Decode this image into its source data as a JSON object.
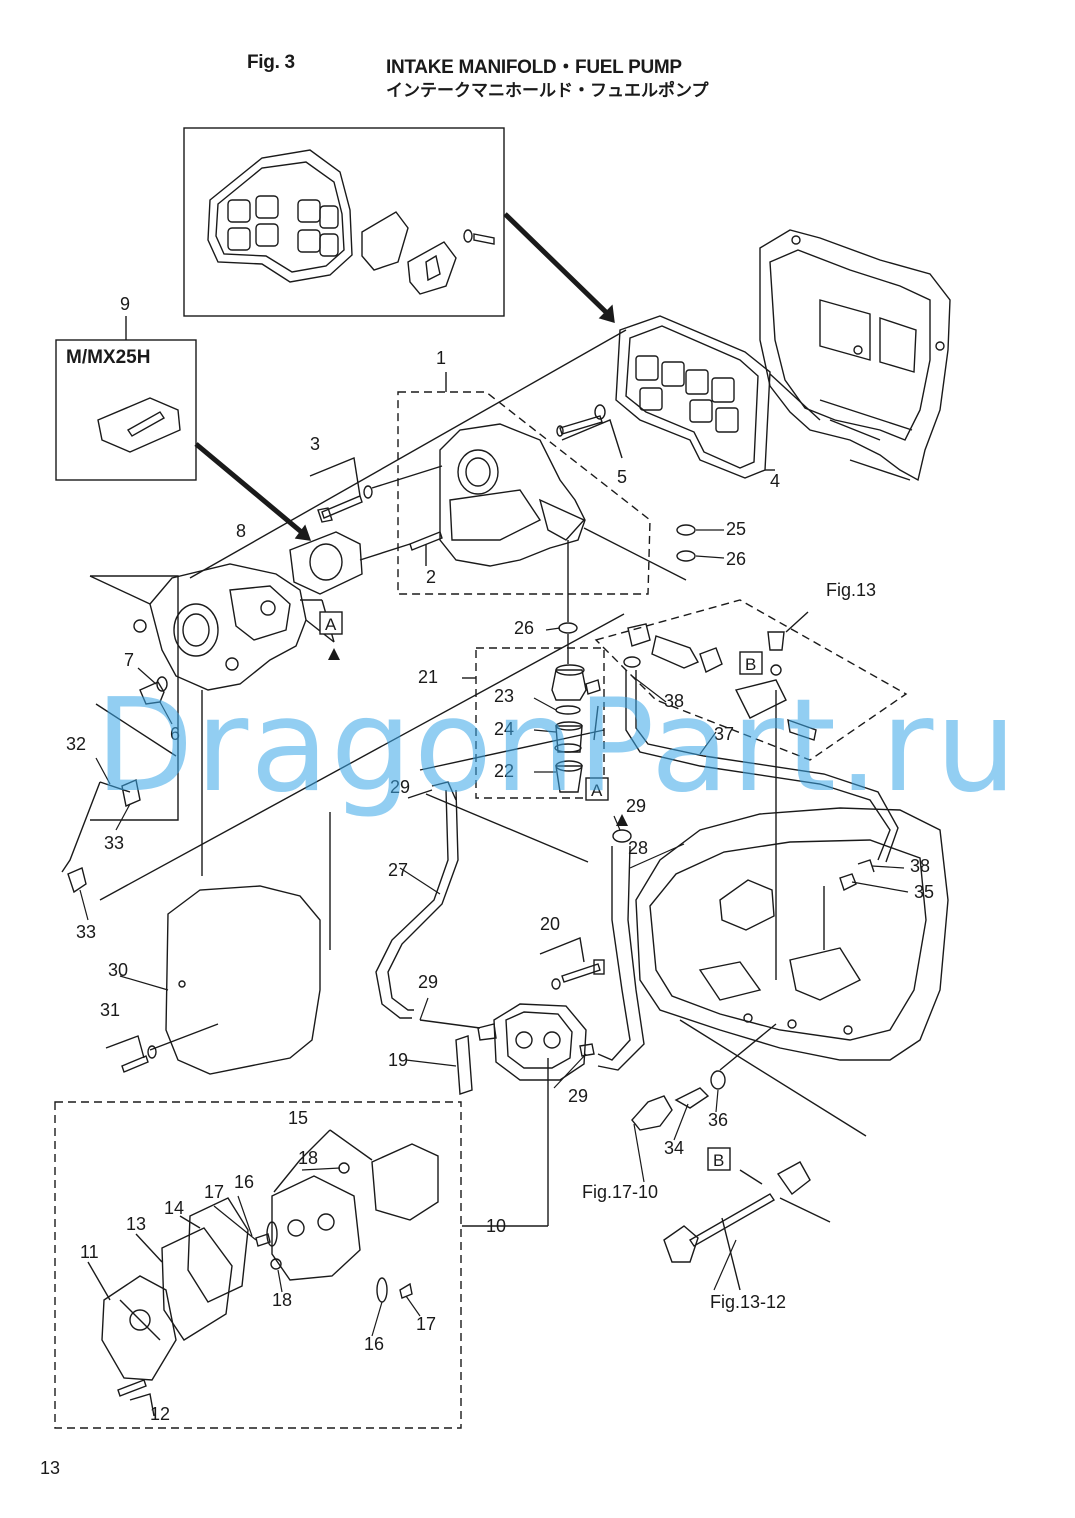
{
  "header": {
    "fig_label": "Fig. 3",
    "title_en": "INTAKE MANIFOLD・FUEL PUMP",
    "title_jp": "インテークマニホールド・フュエルポンプ"
  },
  "variant_box": {
    "callout": "9",
    "label": "M/MX25H"
  },
  "labels": {
    "p1": "1",
    "p2": "2",
    "p3": "3",
    "p4": "4",
    "p5": "5",
    "p6": "6",
    "p7": "7",
    "p8": "8",
    "p10": "10",
    "p11": "11",
    "p12": "12",
    "p13": "13",
    "p14": "14",
    "p15": "15",
    "p16a": "16",
    "p16b": "16",
    "p17a": "17",
    "p17b": "17",
    "p18a": "18",
    "p18b": "18",
    "p19": "19",
    "p20": "20",
    "p21": "21",
    "p22": "22",
    "p23": "23",
    "p24": "24",
    "p25": "25",
    "p26a": "26",
    "p26b": "26",
    "p27": "27",
    "p28": "28",
    "p29a": "29",
    "p29b": "29",
    "p29c": "29",
    "p29d": "29",
    "p30": "30",
    "p31": "31",
    "p32": "32",
    "p33a": "33",
    "p33b": "33",
    "p34": "34",
    "p35": "35",
    "p36": "36",
    "p37": "37",
    "p38a": "38",
    "p38b": "38"
  },
  "references": {
    "fig13": "Fig.13",
    "fig17_10": "Fig.17-10",
    "fig13_12": "Fig.13-12"
  },
  "box_tags": {
    "a1": "A",
    "a2": "A",
    "b1": "B",
    "b2": "B"
  },
  "watermark": "DragonPart.ru",
  "page_number": "13"
}
